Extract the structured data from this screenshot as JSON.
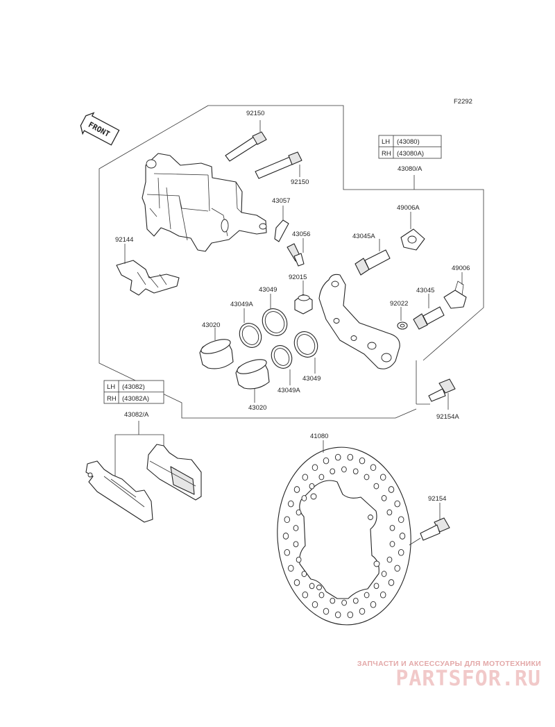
{
  "figure_code": "F2292",
  "front_label": "FRONT",
  "caliper_table": {
    "rows": [
      {
        "side": "LH",
        "part": "(43080)"
      },
      {
        "side": "RH",
        "part": "(43080A)"
      }
    ],
    "assembly": "43080/A"
  },
  "pad_table": {
    "rows": [
      {
        "side": "LH",
        "part": "(43082)"
      },
      {
        "side": "RH",
        "part": "(43082A)"
      }
    ],
    "assembly": "43082/A"
  },
  "labels": {
    "pin_top": "92150",
    "pin_bottom": "92150",
    "bleeder_cap": "43057",
    "bleeder_valve": "43056",
    "spring": "92144",
    "piston_left": "43020",
    "piston_right": "43020",
    "seal_a_left": "43049A",
    "seal_left": "43049",
    "seal_a_right": "43049A",
    "seal_right": "43049",
    "sleeve": "92015",
    "bracket_shaft_a": "43045A",
    "boot_a": "49006A",
    "boot": "49006",
    "bracket_shaft": "43045",
    "ring": "92022",
    "bracket_bolt": "92154A",
    "disc": "41080",
    "disc_bolt": "92154"
  },
  "watermark": {
    "caption": "ЗАПЧАСТИ И АКСЕССУАРЫ ДЛЯ МОТОТЕХНИКИ",
    "brand": "PARTSFOR.RU"
  }
}
